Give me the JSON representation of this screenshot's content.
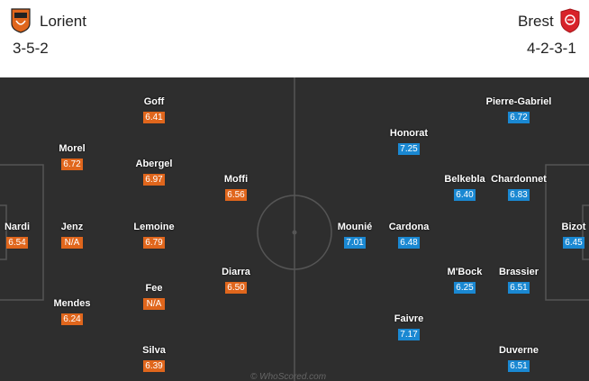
{
  "home": {
    "name": "Lorient",
    "formation": "3-5-2",
    "badge_icon": "lorient-crest-icon",
    "color": "#e0661c",
    "players": [
      {
        "name": "Nardi",
        "rating": "6.54"
      },
      {
        "name": "Morel",
        "rating": "6.72"
      },
      {
        "name": "Jenz",
        "rating": "N/A"
      },
      {
        "name": "Mendes",
        "rating": "6.24"
      },
      {
        "name": "Goff",
        "rating": "6.41"
      },
      {
        "name": "Abergel",
        "rating": "6.97"
      },
      {
        "name": "Lemoine",
        "rating": "6.79"
      },
      {
        "name": "Fee",
        "rating": "N/A"
      },
      {
        "name": "Silva",
        "rating": "6.39"
      },
      {
        "name": "Moffi",
        "rating": "6.56"
      },
      {
        "name": "Diarra",
        "rating": "6.50"
      }
    ]
  },
  "away": {
    "name": "Brest",
    "formation": "4-2-3-1",
    "badge_icon": "brest-crest-icon",
    "color": "#1a88d2",
    "players": [
      {
        "name": "Pierre-Gabriel",
        "rating": "6.72"
      },
      {
        "name": "Honorat",
        "rating": "7.25"
      },
      {
        "name": "Belkebla",
        "rating": "6.40"
      },
      {
        "name": "Chardonnet",
        "rating": "6.83"
      },
      {
        "name": "Bizot",
        "rating": "6.45"
      },
      {
        "name": "Mounié",
        "rating": "7.01"
      },
      {
        "name": "Cardona",
        "rating": "6.48"
      },
      {
        "name": "M'Bock",
        "rating": "6.25"
      },
      {
        "name": "Brassier",
        "rating": "6.51"
      },
      {
        "name": "Faivre",
        "rating": "7.17"
      },
      {
        "name": "Duverne",
        "rating": "6.51"
      }
    ]
  },
  "watermark": "© WhoScored.com",
  "colors": {
    "pitch": "#2e2e2e",
    "lines": "#555555"
  }
}
